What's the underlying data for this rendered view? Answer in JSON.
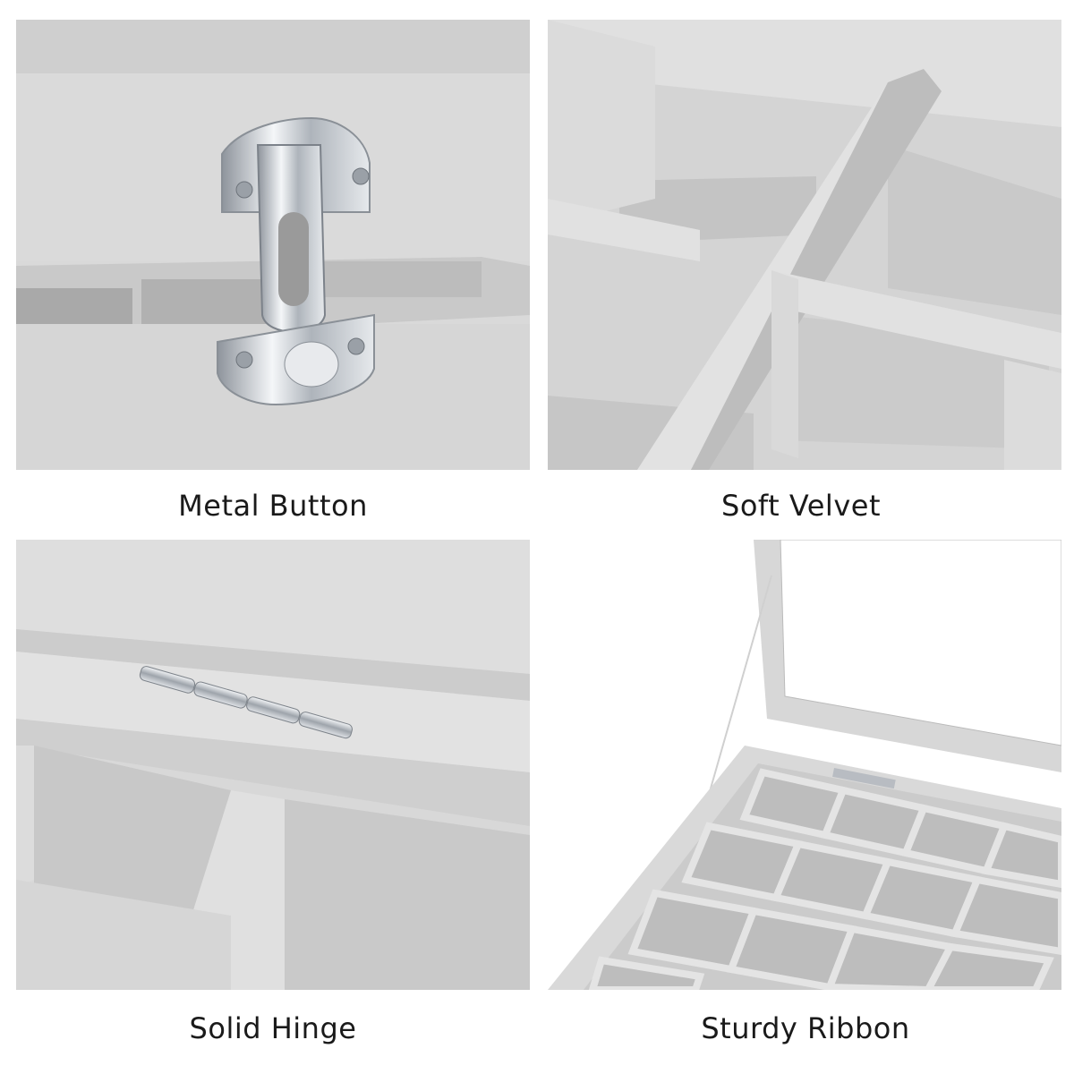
{
  "captions": {
    "metal_button": "Metal Button",
    "soft_velvet": "Soft Velvet",
    "solid_hinge": "Solid Hinge",
    "sturdy_ribbon": "Sturdy Ribbon"
  },
  "colors": {
    "velvet_light": "#dedede",
    "velvet_mid": "#cfcfcf",
    "velvet_dark": "#b4b4b4",
    "metal": "#c8ccd2",
    "background": "#ffffff"
  }
}
